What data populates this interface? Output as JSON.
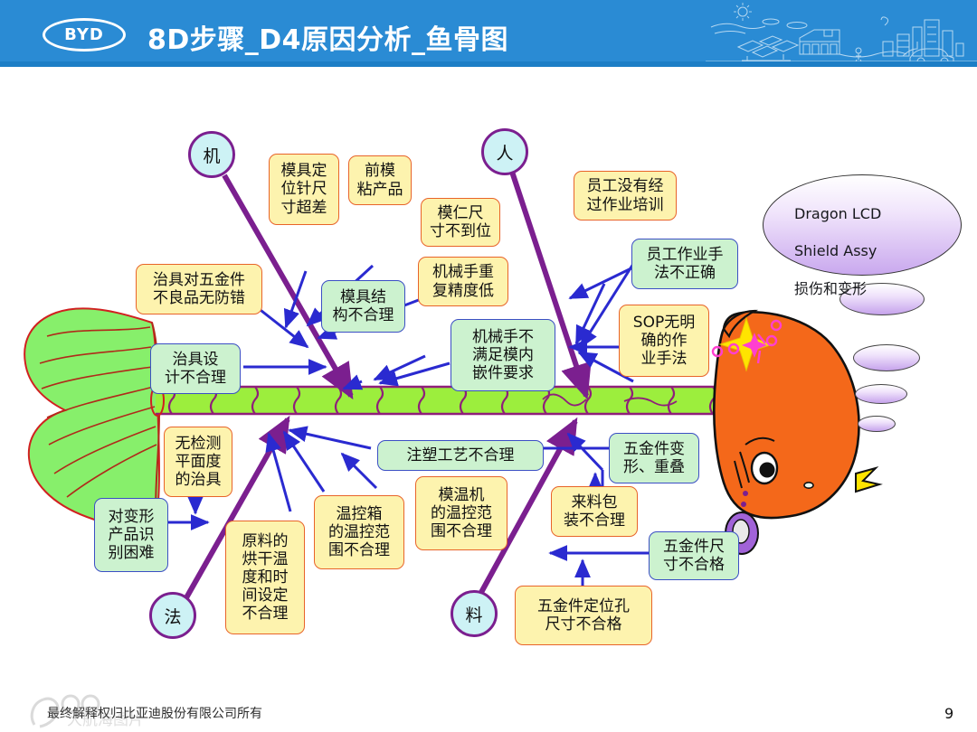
{
  "header": {
    "logo_text": "BYD",
    "logo_icon": "byd-oval-logo",
    "title": "8D步骤_D4原因分析_鱼骨图",
    "art_icon": "city-energy-lineart"
  },
  "diagram": {
    "type": "fishbone-ishikawa",
    "fish": {
      "head_icon": "fish-head",
      "tail_icon": "fish-tail",
      "spine_icon": "fish-spine-vertebrae",
      "head_color": "#f4681a",
      "tail_color": "#87ef6b",
      "spine_color": "#9cee3d",
      "spine_outline": "#8f1f7a",
      "tail_outline": "#d12020"
    },
    "effect": {
      "icon": "effect-callout-ellipse",
      "line1": "Dragon LCD",
      "line2": "Shield Assy",
      "line3": "损伤和变形"
    },
    "bubbles": [
      "bubble-1",
      "bubble-2",
      "bubble-3",
      "bubble-4"
    ],
    "categories": [
      {
        "label": "机",
        "name": "category-machine"
      },
      {
        "label": "人",
        "name": "category-person"
      },
      {
        "label": "法",
        "name": "category-method"
      },
      {
        "label": "料",
        "name": "category-material"
      }
    ],
    "causes": [
      {
        "id": "c1",
        "text": "模具定\n位针尺\n寸超差",
        "style": "yellow",
        "category": "机"
      },
      {
        "id": "c2",
        "text": "前模\n粘产品",
        "style": "yellow",
        "category": "机"
      },
      {
        "id": "c3",
        "text": "模仁尺\n寸不到位",
        "style": "yellow",
        "category": "机"
      },
      {
        "id": "c4",
        "text": "机械手重\n复精度低",
        "style": "yellow",
        "category": "机"
      },
      {
        "id": "c5",
        "text": "治具对五金件\n不良品无防错",
        "style": "yellow",
        "category": "机"
      },
      {
        "id": "c6",
        "text": "模具结\n构不合理",
        "style": "green",
        "category": "机"
      },
      {
        "id": "c7",
        "text": "机械手不\n满足模内\n嵌件要求",
        "style": "green",
        "category": "机"
      },
      {
        "id": "c8",
        "text": "治具设\n计不合理",
        "style": "green",
        "category": "机"
      },
      {
        "id": "c9",
        "text": "员工没有经\n过作业培训",
        "style": "yellow",
        "category": "人"
      },
      {
        "id": "c10",
        "text": "员工作业手\n法不正确",
        "style": "green",
        "category": "人"
      },
      {
        "id": "c11",
        "text": "SOP无明\n确的作\n业手法",
        "style": "yellow",
        "category": "人"
      },
      {
        "id": "c12",
        "text": "无检测\n平面度\n的治具",
        "style": "yellow",
        "category": "法"
      },
      {
        "id": "c13",
        "text": "对变形\n产品识\n别困难",
        "style": "green",
        "category": "法"
      },
      {
        "id": "c14",
        "text": "原料的\n烘干温\n度和时\n间设定\n不合理",
        "style": "yellow",
        "category": "法"
      },
      {
        "id": "c15",
        "text": "注塑工艺不合理",
        "style": "green",
        "category": "法"
      },
      {
        "id": "c16",
        "text": "温控箱\n的温控范\n围不合理",
        "style": "yellow",
        "category": "法"
      },
      {
        "id": "c17",
        "text": "模温机\n的温控范\n围不合理",
        "style": "yellow",
        "category": "法"
      },
      {
        "id": "c18",
        "text": "五金件变\n形、重叠",
        "style": "green",
        "category": "料"
      },
      {
        "id": "c19",
        "text": "来料包\n装不合理",
        "style": "yellow",
        "category": "料"
      },
      {
        "id": "c20",
        "text": "五金件尺\n寸不合格",
        "style": "green",
        "category": "料"
      },
      {
        "id": "c21",
        "text": "五金件定位孔\n尺寸不合格",
        "style": "yellow",
        "category": "料"
      }
    ]
  },
  "footer": {
    "copyright": "最终解释权归比亚迪股份有限公司所有",
    "page_number": "9",
    "watermark_icon": "watermark-logo"
  },
  "colors": {
    "header_blue": "#2a8bd4",
    "box_yellow_fill": "#fdf3ae",
    "box_yellow_border": "#e8642a",
    "box_green_fill": "#ccf2cf",
    "box_green_border": "#3b4fc4",
    "circle_fill": "#cdf2f5",
    "circle_border": "#7b1f8f",
    "main_bone": "#7b1f8f",
    "sub_bone": "#2a2ad0"
  }
}
